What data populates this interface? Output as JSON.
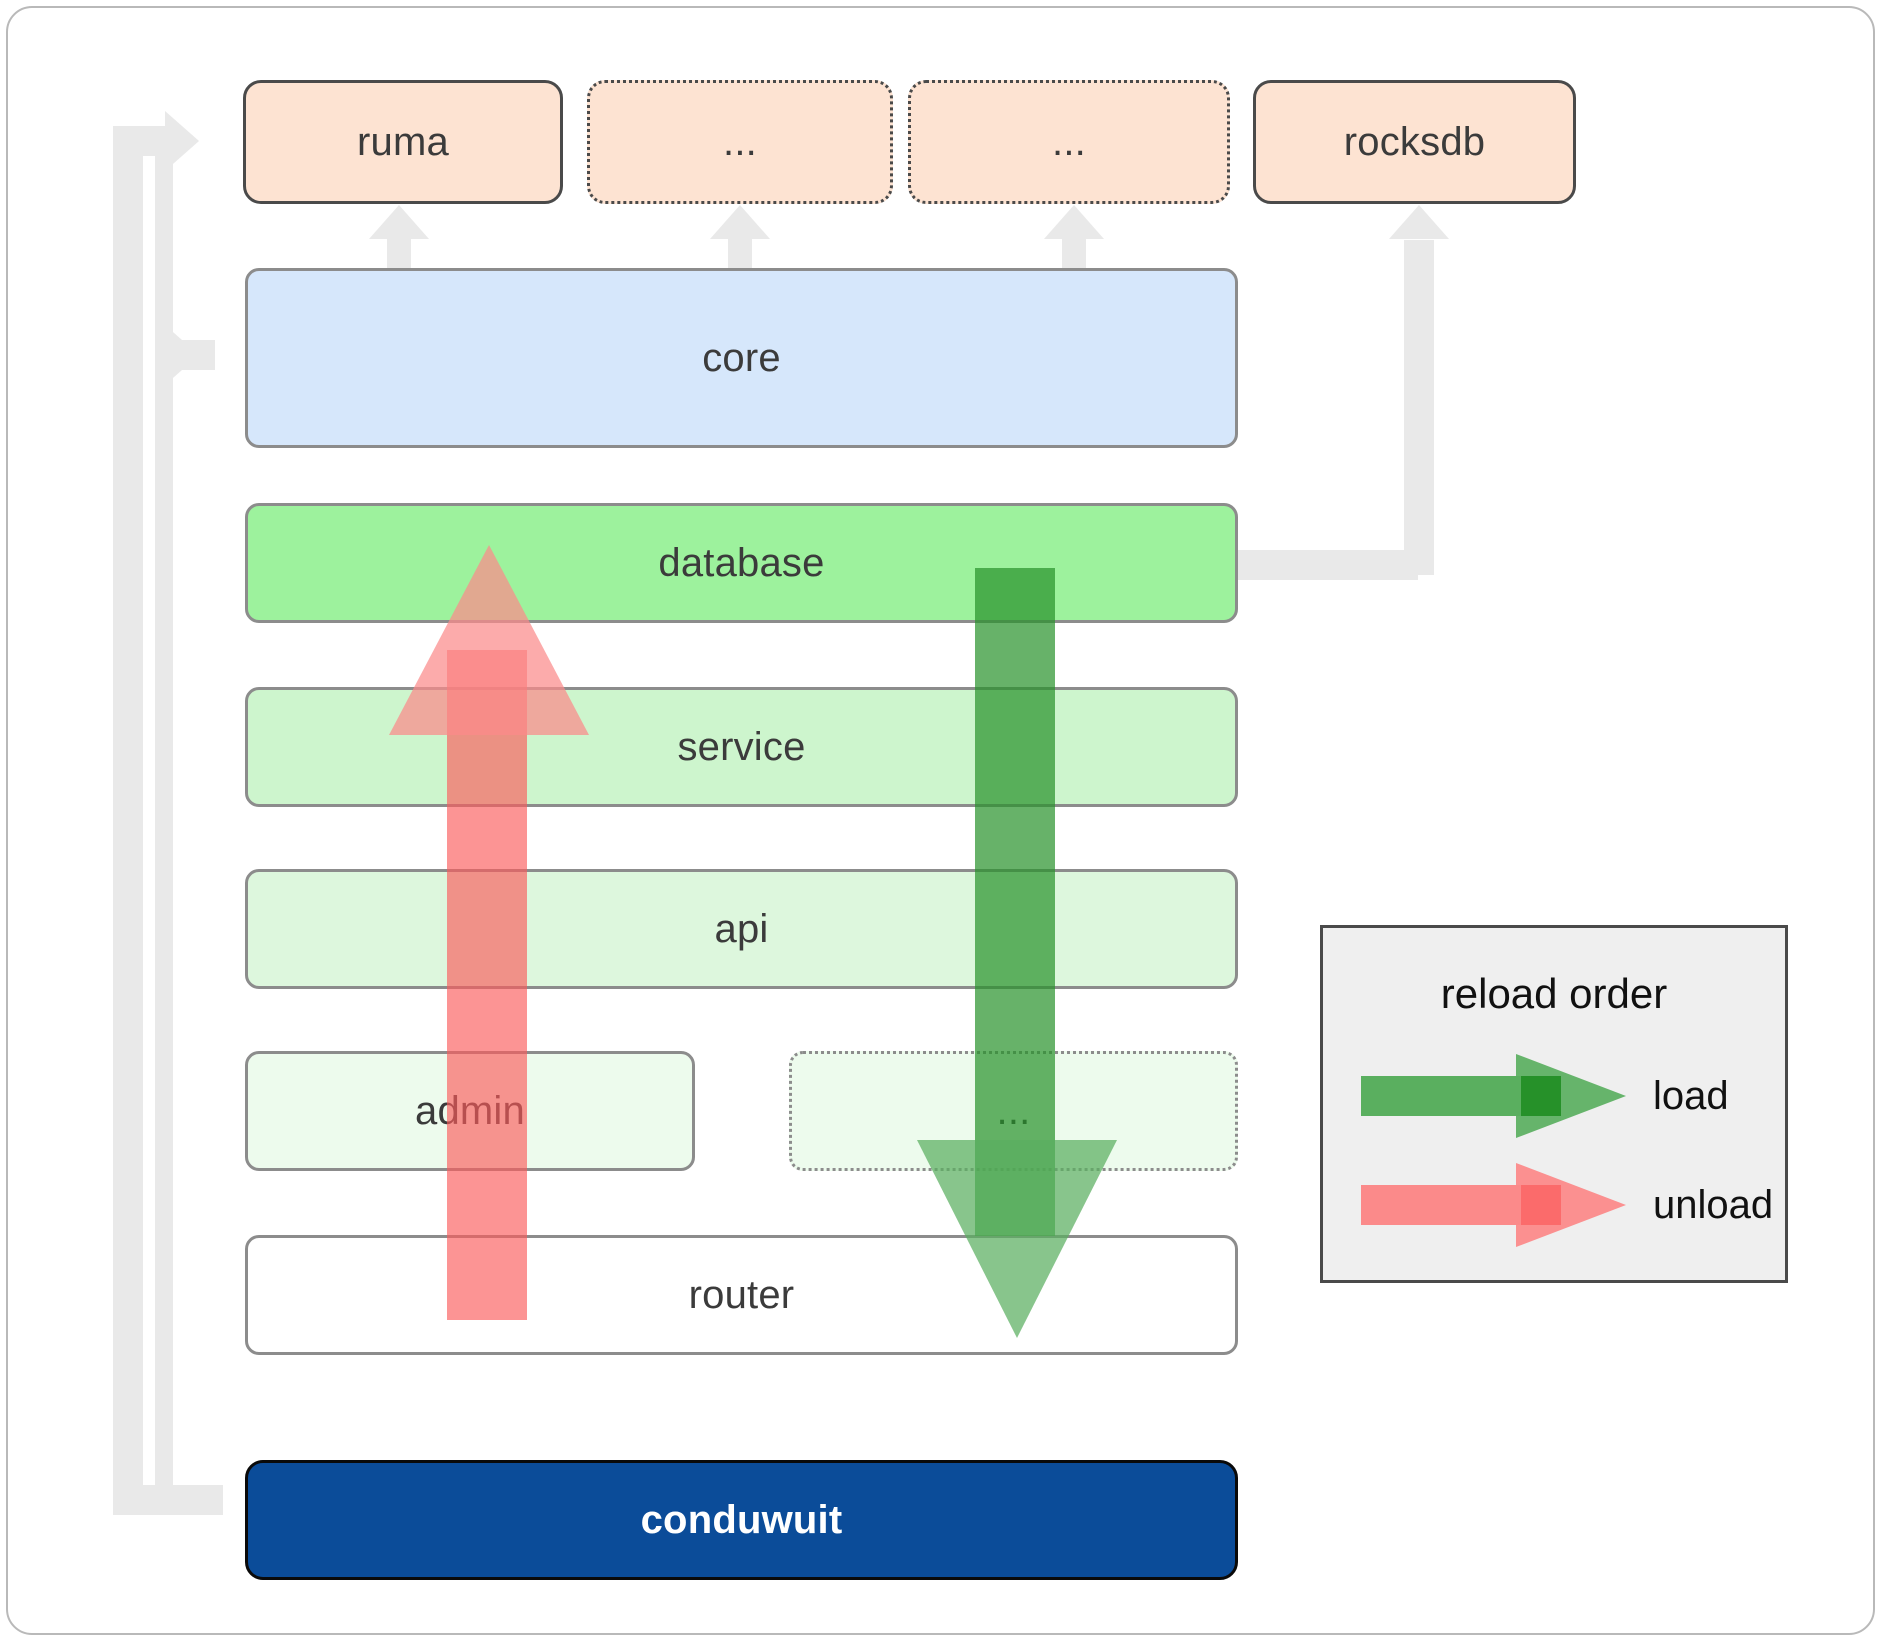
{
  "diagram": {
    "title": "conduwuit crate layering / reload order",
    "colors": {
      "dependency_fill": "#fde3d2",
      "dependency_stroke": "#4a4a4a",
      "core_fill": "#d6e7fb",
      "database_fill": "#9df29d",
      "service_fill": "#cdf5cd",
      "api_fill": "#ddf7dd",
      "admin_fill": "#edfbed",
      "router_fill": "#ffffff",
      "root_fill": "#0b4c99",
      "connector_gray": "#e9e9e9",
      "load_green": "#5aaf5f",
      "load_green_dark": "#269129",
      "unload_red": "#fb8a8a",
      "unload_red_dark": "#fb5a5a",
      "layer_stroke": "#8c8c8c",
      "legend_bg": "#efefef"
    },
    "dependencies": [
      {
        "label": "ruma",
        "style": "solid"
      },
      {
        "label": "...",
        "style": "dotted"
      },
      {
        "label": "...",
        "style": "dotted"
      },
      {
        "label": "rocksdb",
        "style": "solid"
      }
    ],
    "layers": [
      {
        "label": "core",
        "style": "solid"
      },
      {
        "label": "database",
        "style": "solid"
      },
      {
        "label": "service",
        "style": "solid"
      },
      {
        "label": "api",
        "style": "solid"
      },
      {
        "label": "admin",
        "style": "solid"
      },
      {
        "label": "...",
        "style": "dotted"
      },
      {
        "label": "router",
        "style": "solid"
      }
    ],
    "root": {
      "label": "conduwuit"
    },
    "legend": {
      "title": "reload order",
      "entries": [
        {
          "label": "load",
          "direction": "down"
        },
        {
          "label": "unload",
          "direction": "up"
        }
      ]
    }
  }
}
